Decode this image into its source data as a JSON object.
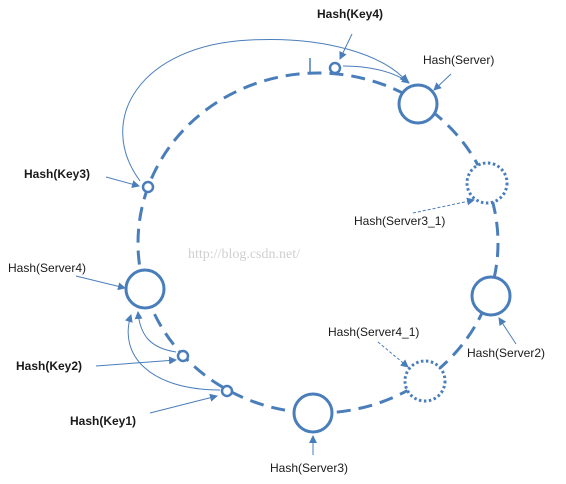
{
  "watermark": "http://blog.csdn.net/",
  "colors": {
    "ring": "#4a7ebb",
    "arrow": "#4a7ebb",
    "text": "#1a1a1a"
  },
  "labels": {
    "server": "Hash(Server)",
    "server2": "Hash(Server2)",
    "server3": "Hash(Server3)",
    "server4": "Hash(Server4)",
    "server3_1": "Hash(Server3_1)",
    "server4_1": "Hash(Server4_1)",
    "key1": "Hash(Key1)",
    "key2": "Hash(Key2)",
    "key3": "Hash(Key3)",
    "key4": "Hash(Key4)"
  }
}
